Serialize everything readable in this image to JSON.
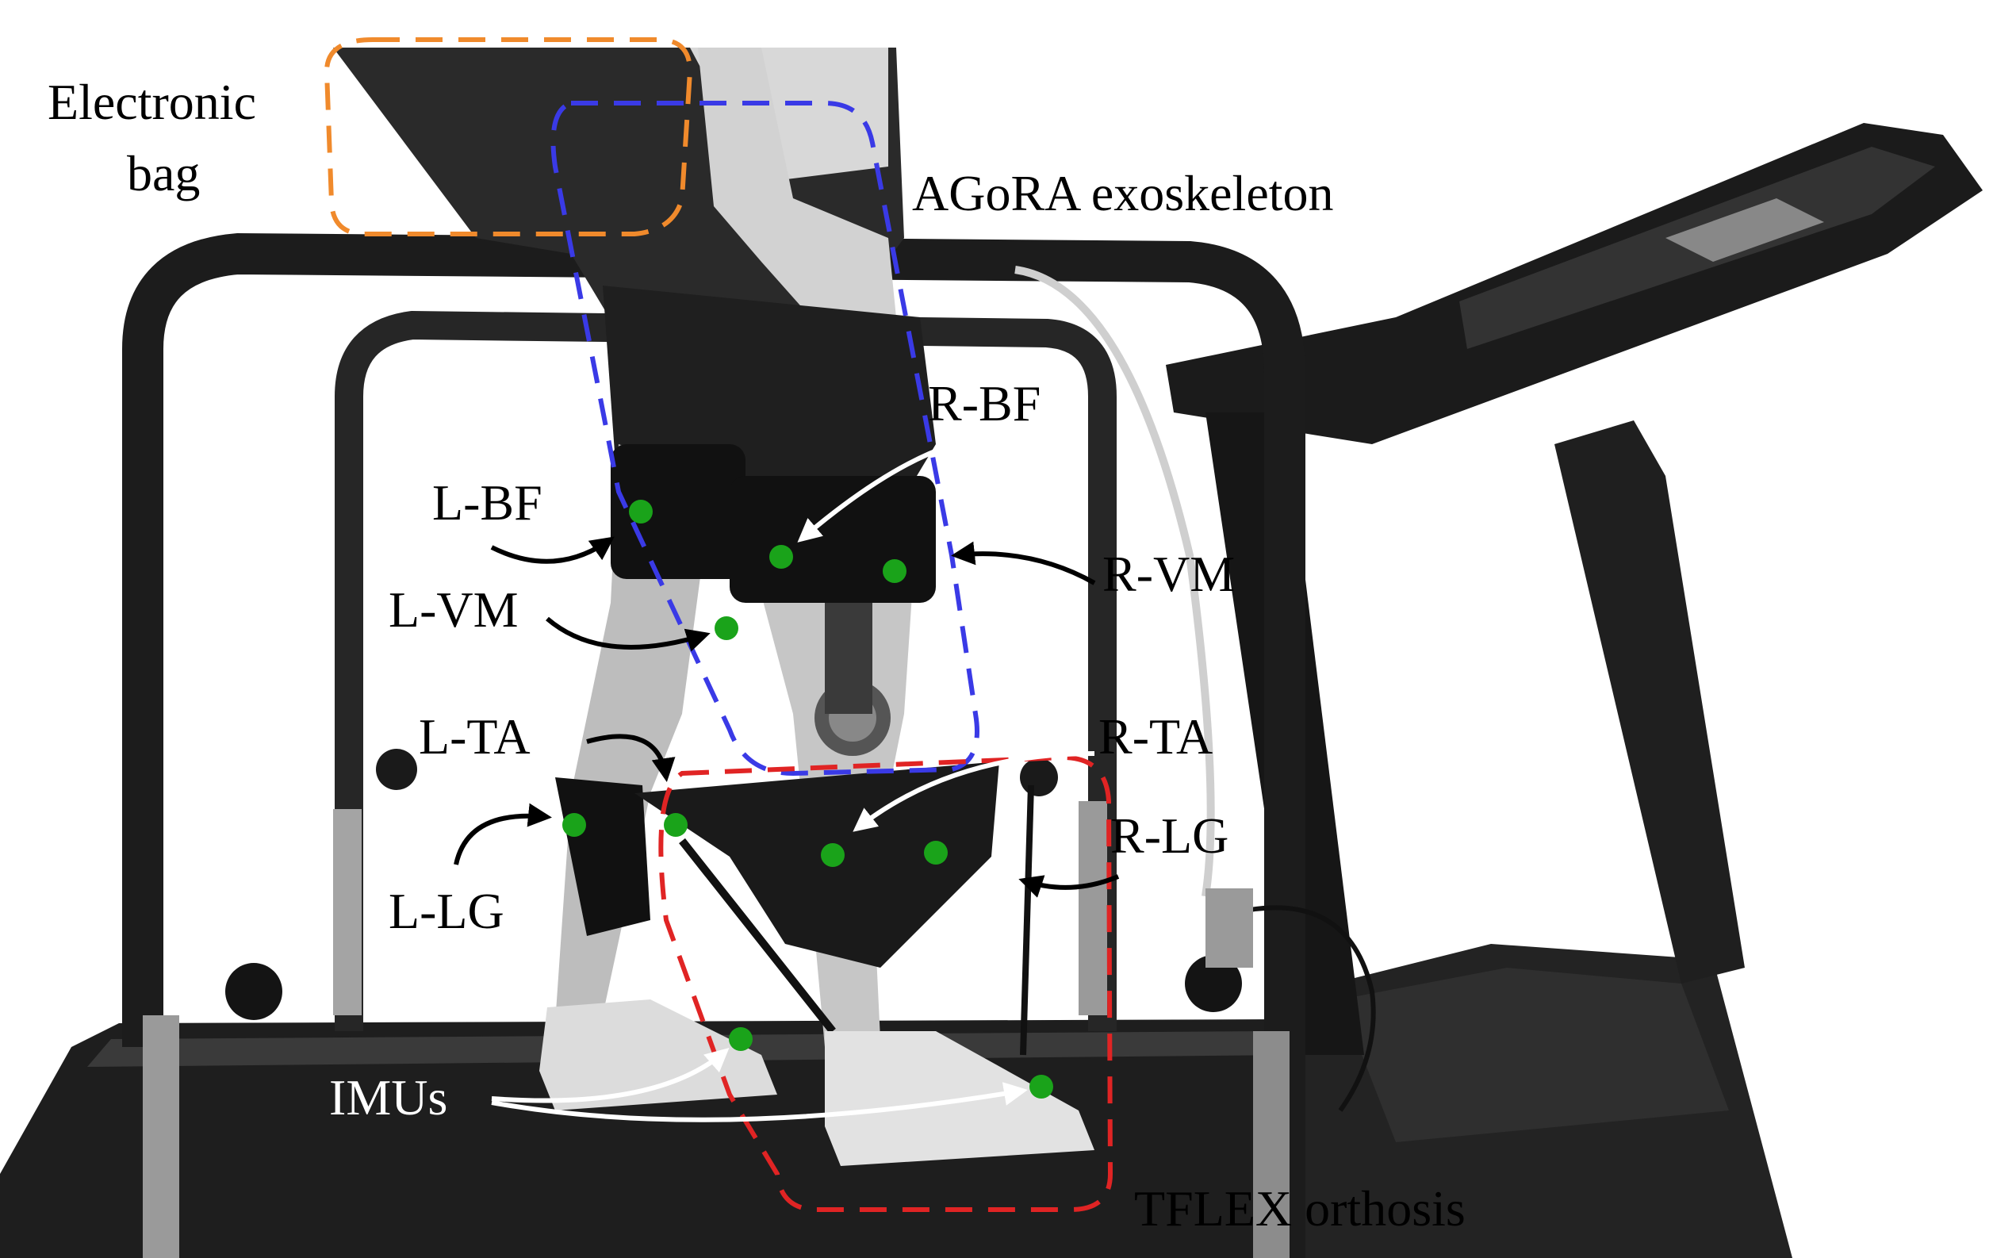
{
  "figure": {
    "labels": {
      "electronic_bag_line1": "Electronic",
      "electronic_bag_line2": "bag",
      "agora": "AGoRA exoskeleton",
      "r_bf": "R-BF",
      "l_bf": "L-BF",
      "l_vm": "L-VM",
      "r_vm": "R-VM",
      "l_ta": "L-TA",
      "r_ta": "R-TA",
      "r_lg": "R-LG",
      "l_lg": "L-LG",
      "imus": "IMUs",
      "tflex": "TFLEX orthosis"
    },
    "colors": {
      "electronic_bag_box": "#f08a2c",
      "agora_box": "#3a3ae6",
      "tflex_box": "#e02424",
      "electrode_dot": "#1aa31a",
      "arrow_dark": "#000000",
      "arrow_light": "#ffffff"
    }
  }
}
